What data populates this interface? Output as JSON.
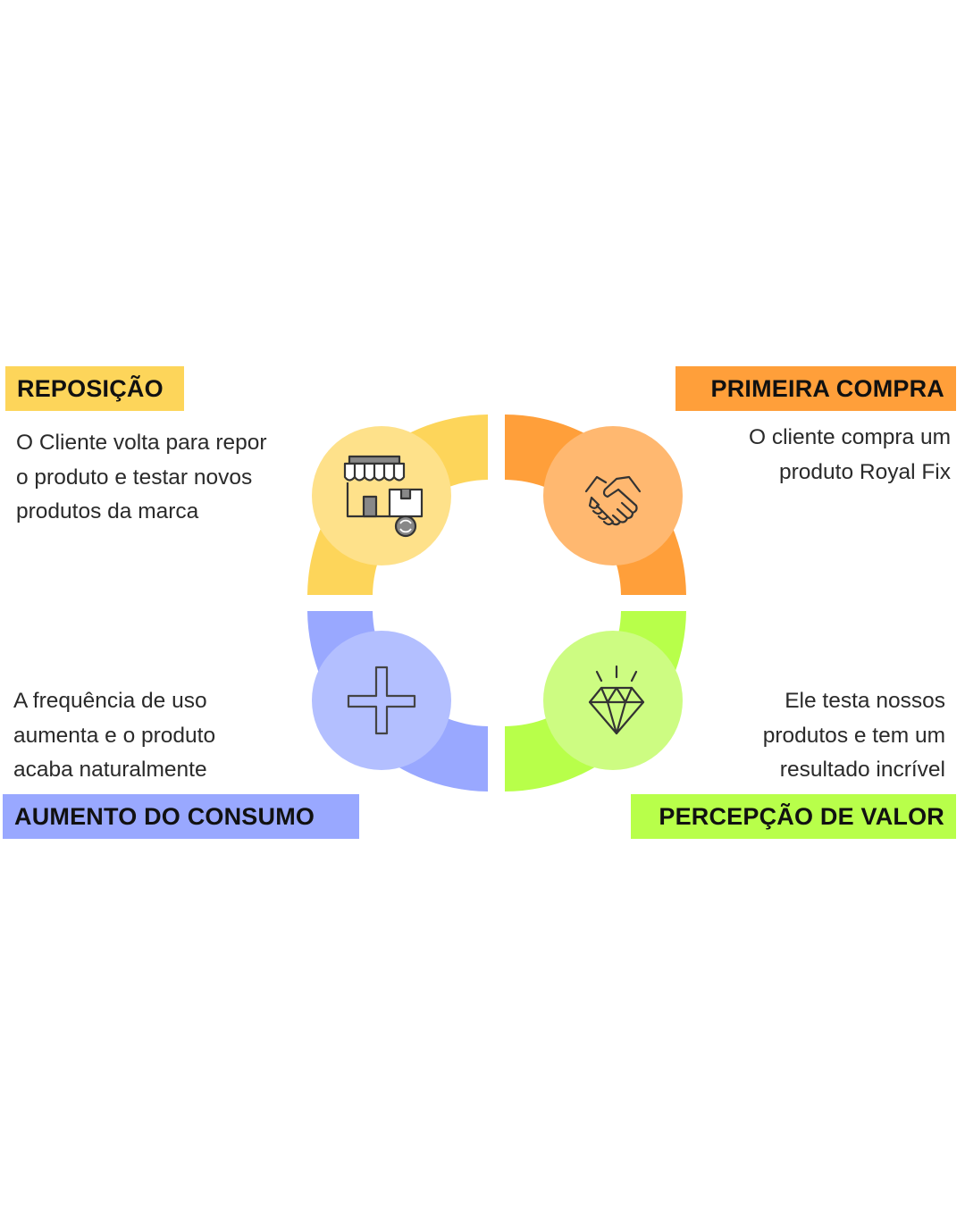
{
  "colors": {
    "reposicao": "#fdd55a",
    "primeira_compra": "#ff9f3a",
    "aumento_consumo": "#99a8ff",
    "percepcao_valor": "#b8ff4a"
  },
  "steps": {
    "reposicao": {
      "title": "REPOSIÇÃO",
      "lines": [
        "O Cliente volta para repor",
        "o produto e testar novos",
        "produtos da marca"
      ],
      "icon": "store-restock-icon"
    },
    "primeira_compra": {
      "title": "PRIMEIRA COMPRA",
      "lines": [
        "O cliente compra um",
        "produto Royal Fix"
      ],
      "icon": "handshake-icon"
    },
    "aumento_consumo": {
      "title": "AUMENTO DO CONSUMO",
      "lines": [
        "A frequência de uso",
        "aumenta e o produto",
        "acaba naturalmente"
      ],
      "icon": "plus-icon"
    },
    "percepcao_valor": {
      "title": "PERCEPÇÃO DE VALOR",
      "lines": [
        "Ele testa nossos",
        "produtos e tem um",
        "resultado incrível"
      ],
      "icon": "diamond-icon"
    }
  }
}
